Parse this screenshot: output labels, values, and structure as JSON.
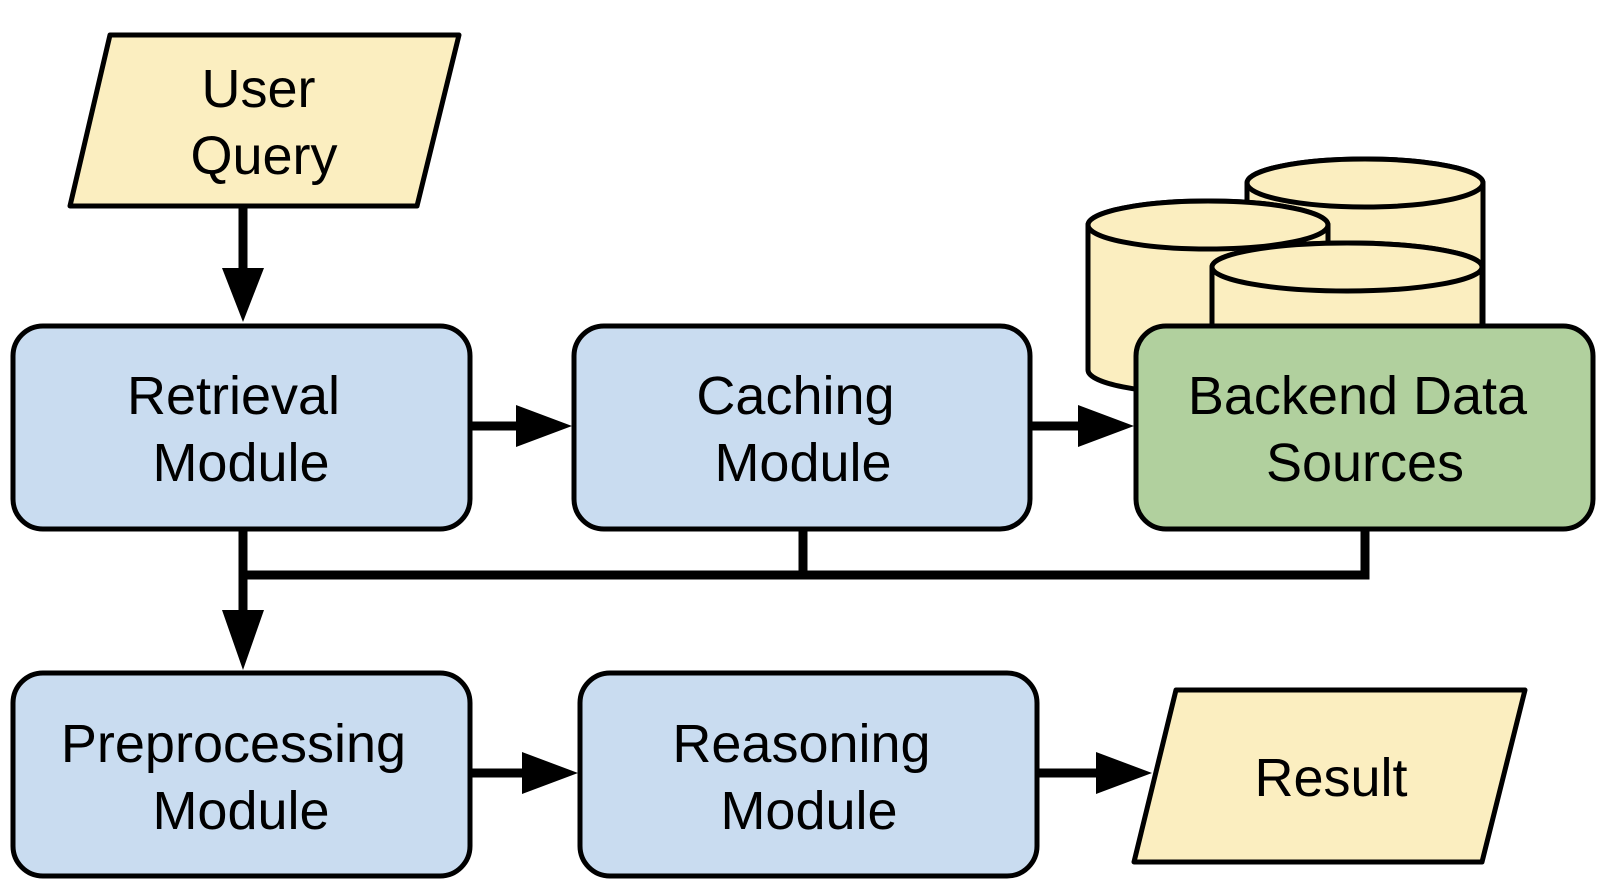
{
  "colors": {
    "module_fill": "#c9dcf0",
    "backend_fill": "#b1d09e",
    "io_fill": "#fbeec0",
    "database_fill": "#fbeec0",
    "stroke": "#000000"
  },
  "nodes": {
    "user_query": {
      "lines": [
        "User",
        "Query"
      ],
      "shape": "parallelogram"
    },
    "retrieval": {
      "lines": [
        "Retrieval",
        "Module"
      ],
      "shape": "rounded-rect"
    },
    "caching": {
      "lines": [
        "Caching",
        "Module"
      ],
      "shape": "rounded-rect"
    },
    "backend": {
      "lines": [
        "Backend Data",
        "Sources"
      ],
      "shape": "rounded-rect"
    },
    "preprocessing": {
      "lines": [
        "Preprocessing",
        "Module"
      ],
      "shape": "rounded-rect"
    },
    "reasoning": {
      "lines": [
        "Reasoning",
        "Module"
      ],
      "shape": "rounded-rect"
    },
    "result": {
      "lines": [
        "Result"
      ],
      "shape": "parallelogram"
    }
  },
  "database_icon": {
    "cylinders": 3,
    "icon": "database-stack-icon"
  },
  "edges": [
    {
      "from": "user_query",
      "to": "retrieval",
      "arrow": true
    },
    {
      "from": "retrieval",
      "to": "caching",
      "arrow": true
    },
    {
      "from": "caching",
      "to": "backend",
      "arrow": true
    },
    {
      "from": "retrieval",
      "to": "preprocessing",
      "arrow": true,
      "merge": [
        "caching",
        "backend"
      ]
    },
    {
      "from": "preprocessing",
      "to": "reasoning",
      "arrow": true
    },
    {
      "from": "reasoning",
      "to": "result",
      "arrow": true
    }
  ]
}
